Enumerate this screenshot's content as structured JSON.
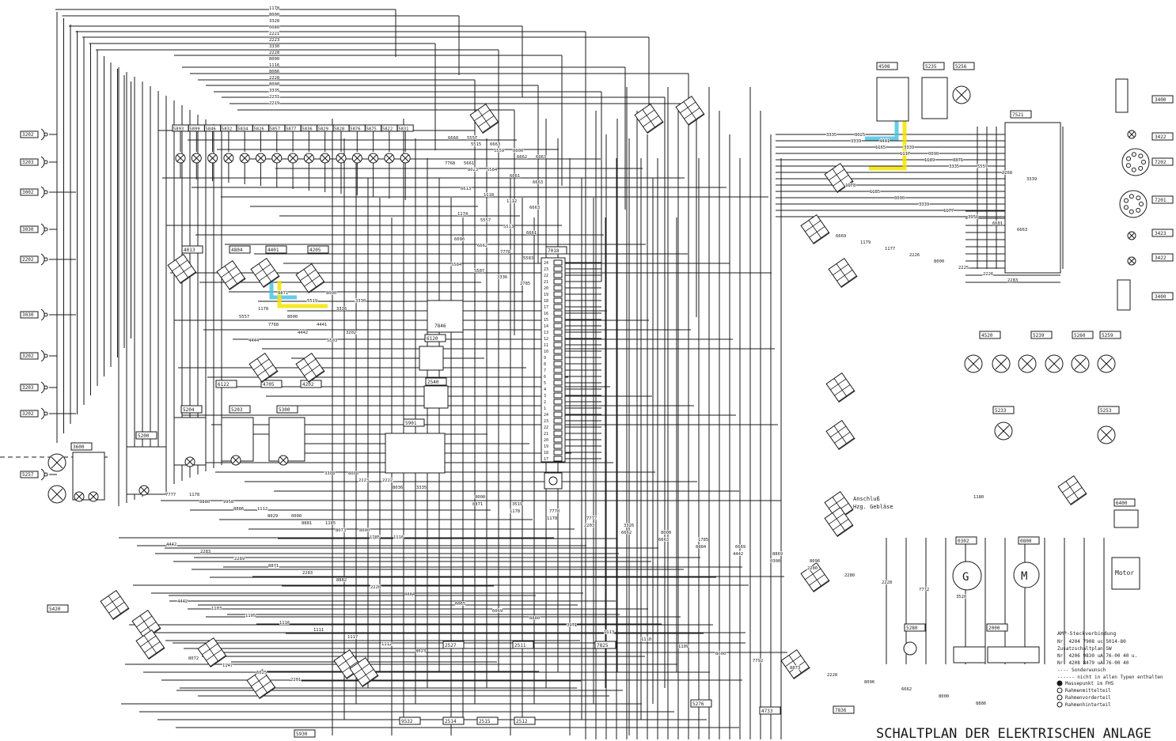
{
  "title": "SCHALTPLAN DER ELEKTRISCHEN ANLAGE",
  "colors": {
    "ink": "#1a1a1a",
    "highlight_cyan": "#4fc3e0",
    "highlight_yellow": "#f5e400"
  },
  "connector_labels": {
    "left": [
      "3202",
      "3203",
      "3002",
      "3030",
      "2202",
      "3030",
      "3202",
      "3203",
      "3202",
      "5257"
    ],
    "right": [
      "3400",
      "3422",
      "7202",
      "7201",
      "3423",
      "3422",
      "3400"
    ]
  },
  "lamp_row_labels": [
    "5893",
    "5899",
    "5846",
    "5832",
    "5834",
    "5826",
    "5857",
    "5877",
    "5836",
    "5829",
    "5828",
    "5876",
    "5875",
    "5822",
    "5831"
  ],
  "component_labels": [
    "4013",
    "4804",
    "4401",
    "4205",
    "6122",
    "4705",
    "4202",
    "7846",
    "6120",
    "2540",
    "7018",
    "5901",
    "5204",
    "5203",
    "5300",
    "5200",
    "3600",
    "4508",
    "5235",
    "5256",
    "7521",
    "4520",
    "5239",
    "5260",
    "5259",
    "5233",
    "5253",
    "6400",
    "0302",
    "0800",
    "5280",
    "2000",
    "5420",
    "2527",
    "2511",
    "7825",
    "5276",
    "4733",
    "7836",
    "5930",
    "9532",
    "2514",
    "2515",
    "2512"
  ],
  "wire_numbers": [
    "1178",
    "8000",
    "3328",
    "0080",
    "2221",
    "2223",
    "3330",
    "2228",
    "8000",
    "1116",
    "8086",
    "2228",
    "8000",
    "3335",
    "2231",
    "2219",
    "8000",
    "3330",
    "1178",
    "8000",
    "4441",
    "3202",
    "4444",
    "8871",
    "5519",
    "3336",
    "5557",
    "7768",
    "4442",
    "5503",
    "5557",
    "6663",
    "8000",
    "6063",
    "5661",
    "5584",
    "6061",
    "6663",
    "6613",
    "1118",
    "1112",
    "6663",
    "1174",
    "5557",
    "5513",
    "6661",
    "6096",
    "6662",
    "7778",
    "5583",
    "5584",
    "5507",
    "3336",
    "2785",
    "6660",
    "5515",
    "5559",
    "6662",
    "7768",
    "8023",
    "8025",
    "4441",
    "3339",
    "0090",
    "8871",
    "5557",
    "2268",
    "3339",
    "1178",
    "1185",
    "8000",
    "3339",
    "1177",
    "3958",
    "6601",
    "6663",
    "6669",
    "1179",
    "1177",
    "2226",
    "8000",
    "2225",
    "2226",
    "2283",
    "3335",
    "3339",
    "1165",
    "1117",
    "1189",
    "3335",
    "8000",
    "2222",
    "3335",
    "1178",
    "9958",
    "1112",
    "0000",
    "1185",
    "8000",
    "1116",
    "4442",
    "2283",
    "2289",
    "8871",
    "2283",
    "8882",
    "2228",
    "8884",
    "4442",
    "1103",
    "1105",
    "1116",
    "1111",
    "1117",
    "1112",
    "8023",
    "8072",
    "1147",
    "6025",
    "2201",
    "3308",
    "2223",
    "8036",
    "7777",
    "8880",
    "8886",
    "8029",
    "8881",
    "8073",
    "1785",
    "1180",
    "8871",
    "1178",
    "1178",
    "2203",
    "6662",
    "6663",
    "8884",
    "4442",
    "0300",
    "2280",
    "2280",
    "2228",
    "7772",
    "3520",
    "6065",
    "6069",
    "8880",
    "3971",
    "1113",
    "1110",
    "1109",
    "8000",
    "7792",
    "8873",
    "2228",
    "8096",
    "6662",
    "8000",
    "8886",
    "8000",
    "3519",
    "7778",
    "7777",
    "3326",
    "8000",
    "1785",
    "6669",
    "8869",
    "8096"
  ],
  "legend": {
    "heading": "AMP-Steckverbindung",
    "lines": [
      "Nr. 4204 7908 uc 5014-80",
      "Zusatzschaltplan SW",
      "Nr. 4206 9830 uA 76-00 40 u.",
      "Nr. 4208 8479 uA 76-00 40",
      "---- Sonderwunsch",
      "------ nicht in allen Typen enthalten"
    ],
    "ground_items": [
      {
        "symbol": "filled",
        "label": "Massepunkt im FHS"
      },
      {
        "symbol": "half",
        "label": "Rahmenmittelteil"
      },
      {
        "symbol": "half2",
        "label": "Rahmenvorderteil"
      },
      {
        "symbol": "empty",
        "label": "Rahmenhinterteil"
      }
    ]
  },
  "annotations": {
    "anschluss_line1": "Anschluß",
    "anschluss_line2": "Hzg. Gebläse",
    "motor_box": "Motor",
    "generator": "G",
    "motor": "M"
  },
  "highlights": [
    {
      "color": "cyan",
      "wire": "8000",
      "region": "upper-right"
    },
    {
      "color": "yellow",
      "wire": "5557",
      "region": "upper-right"
    },
    {
      "color": "cyan",
      "wire": "8000",
      "region": "center-left"
    },
    {
      "color": "yellow",
      "wire": "5557",
      "region": "center-left"
    }
  ]
}
